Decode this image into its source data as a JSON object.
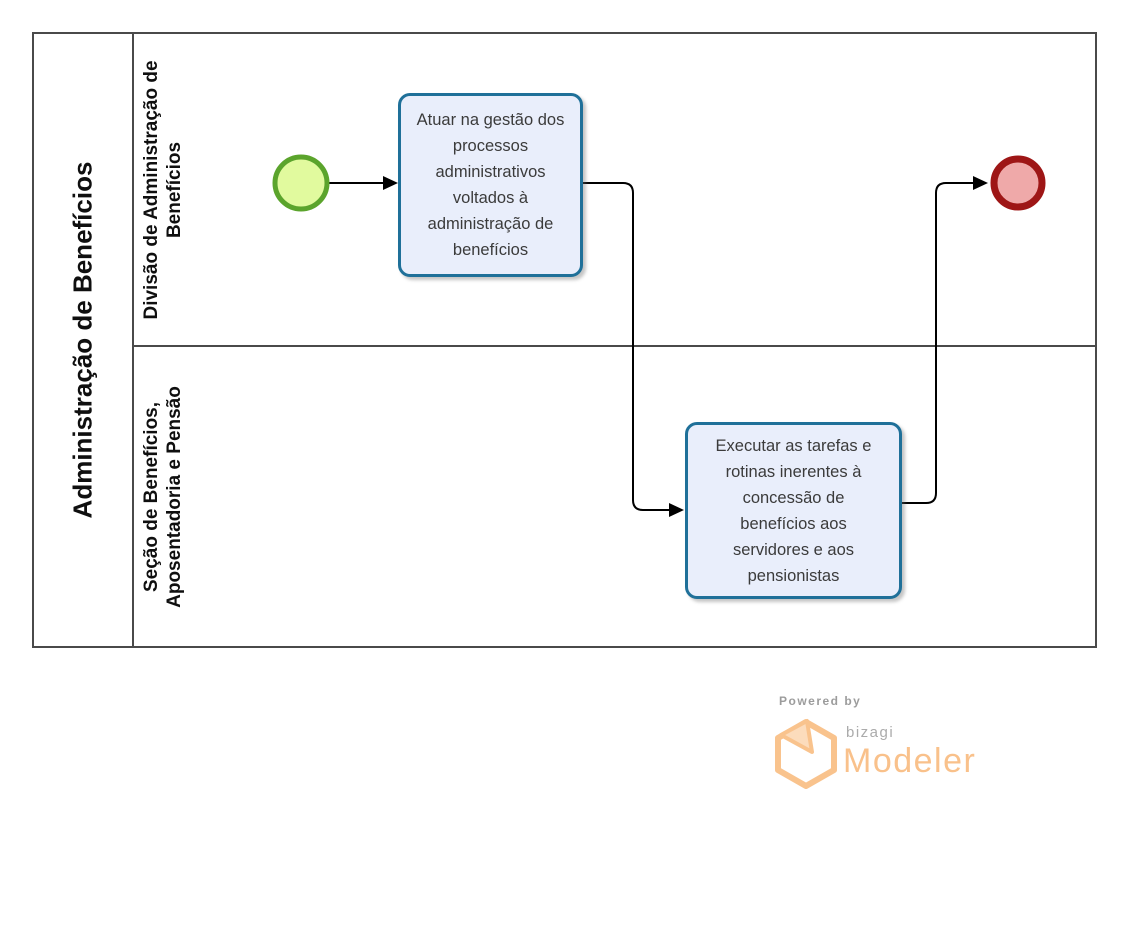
{
  "diagram": {
    "pool": {
      "title": "Administração de Benefícios",
      "lanes": [
        {
          "label": "Divisão de Administração de Benefícios"
        },
        {
          "label": "Seção de Benefícios, Aposentadoria e Pensão"
        }
      ]
    },
    "nodes": [
      {
        "id": "start",
        "type": "start-event",
        "lane": "Divisão de Administração de Benefícios",
        "label": ""
      },
      {
        "id": "task1",
        "type": "task",
        "lane": "Divisão de Administração de Benefícios",
        "label": "Atuar na gestão dos processos administrativos voltados à administração de benefícios"
      },
      {
        "id": "task2",
        "type": "task",
        "lane": "Seção de Benefícios, Aposentadoria e Pensão",
        "label": "Executar as tarefas e rotinas inerentes à concessão de benefícios aos servidores e aos pensionistas"
      },
      {
        "id": "end",
        "type": "end-event",
        "lane": "Divisão de Administração de Benefícios",
        "label": ""
      }
    ],
    "flows": [
      {
        "from": "start",
        "to": "task1"
      },
      {
        "from": "task1",
        "to": "task2"
      },
      {
        "from": "task2",
        "to": "end"
      }
    ],
    "colors": {
      "pool_border": "#4a4a4a",
      "task_border": "#1f7099",
      "task_fill": "#e9eefb",
      "start_border": "#5ba42c",
      "start_fill": "#e1fa9e",
      "end_border": "#9e1616",
      "end_fill": "#efa9a9",
      "flow_line": "#000000"
    }
  },
  "branding": {
    "powered_by": "Powered by",
    "brand": "bizagi",
    "product": "Modeler",
    "accent_color": "#f9c18b",
    "gray_color": "#9c9c9c"
  }
}
